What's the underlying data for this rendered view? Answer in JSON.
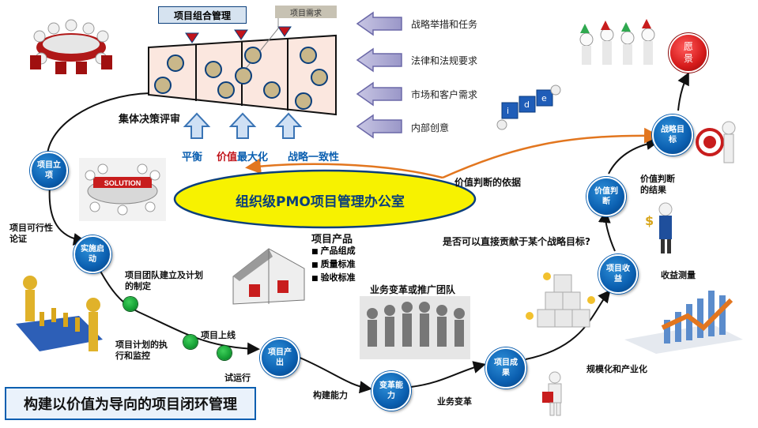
{
  "portfolio_label": "项目组合管理",
  "demand_label": "项目需求",
  "decision_label": "集体决策评审",
  "inputs": [
    "战略举措和任务",
    "法律和法规要求",
    "市场和客户需求",
    "内部创意"
  ],
  "criteria": {
    "balance": "平衡",
    "value_prefix": "价值",
    "value_suffix": "最大化",
    "alignment": "战略一致性"
  },
  "pmo_label": "组织级PMO项目管理办公室",
  "value_basis": "价值判断的依据",
  "vision": "愿景",
  "nodes": {
    "initiate": "项目立项",
    "kickoff": "实施启动",
    "output": "项目产出",
    "change": "变革能力",
    "result": "项目成果",
    "benefit": "项目收益",
    "judge": "价值判断",
    "goal": "战略目标"
  },
  "labels": {
    "feasibility": "项目可行性论证",
    "team_plan": "项目团队建立及计划的制定",
    "execute": "项目计划的执行和监控",
    "launch": "项目上线",
    "trial": "试运行",
    "build": "构建能力",
    "biz_change": "业务变革",
    "scale": "规模化和产业化",
    "measure": "收益测量",
    "judge_result": "价值判断的结果",
    "question": "是否可以直接贡献于某个战略目标?",
    "change_team": "业务变革或推广团队"
  },
  "product": {
    "title": "项目产品",
    "items": [
      "产品组成",
      "质量标准",
      "验收标准"
    ]
  },
  "solution_sign": "SOLUTION",
  "footer_title": "构建以价值为导向的项目闭环管理",
  "colors": {
    "node_blue": "#0b5fb0",
    "pmo_yellow": "#f7f200",
    "vision_red": "#d51a1a",
    "arrow_orange": "#e2761f",
    "green_dot": "#15a035"
  }
}
